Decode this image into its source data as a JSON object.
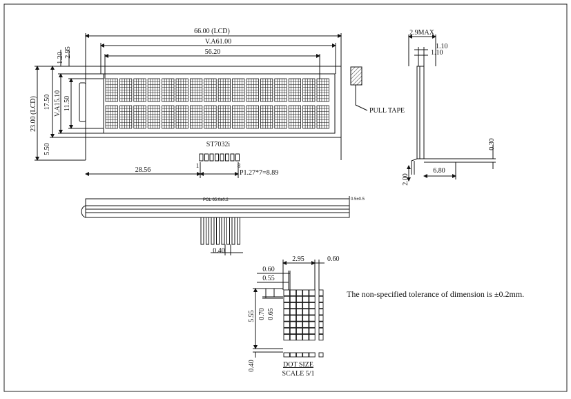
{
  "dims": {
    "lcd_width": "66.00 (LCD)",
    "va_width": "V.A61.00",
    "aa_width": "56.20",
    "top_gap_1": "1.20",
    "top_gap_2": "2.95",
    "lcd_height": "23.00 (LCD)",
    "module_height": "17.50",
    "va_height": "V.A15.10",
    "aa_height": "11.50",
    "bottom_gap": "5.50",
    "pin_offset": "28.56",
    "pin_pitch": "P1.27*7=8.89",
    "pin_first": "1",
    "pin_last": "8",
    "thickness_max": "2.9MAX",
    "side_a": "1.10",
    "side_b": "1.10",
    "side_thick": "0.30",
    "pin_length": "2.00",
    "side_depth": "6.80",
    "pin_width": "0.40",
    "dot_pitch_w": "2.95",
    "dot_gap_h": "0.60",
    "dot_w1": "0.60",
    "dot_w2": "0.55",
    "dot_h_char": "5.55",
    "dot_h1": "0.70",
    "dot_h2": "0.65",
    "dot_gap_v": "0.40"
  },
  "labels": {
    "controller": "ST7032i",
    "pull_tape": "PULL TAPE",
    "pol_label": "POL 65.0±0.2",
    "pol_thickness": "0.5±0.5",
    "dot_size": "DOT SIZE",
    "scale": "SCALE 5/1",
    "tolerance_note": "The non-specified tolerance of dimension is ±0.2mm."
  },
  "display": {
    "rows": 2,
    "columns": 16,
    "char_cols": 5,
    "char_rows": 8
  },
  "colors": {
    "ink": "#111111",
    "hatch": "#555555"
  }
}
